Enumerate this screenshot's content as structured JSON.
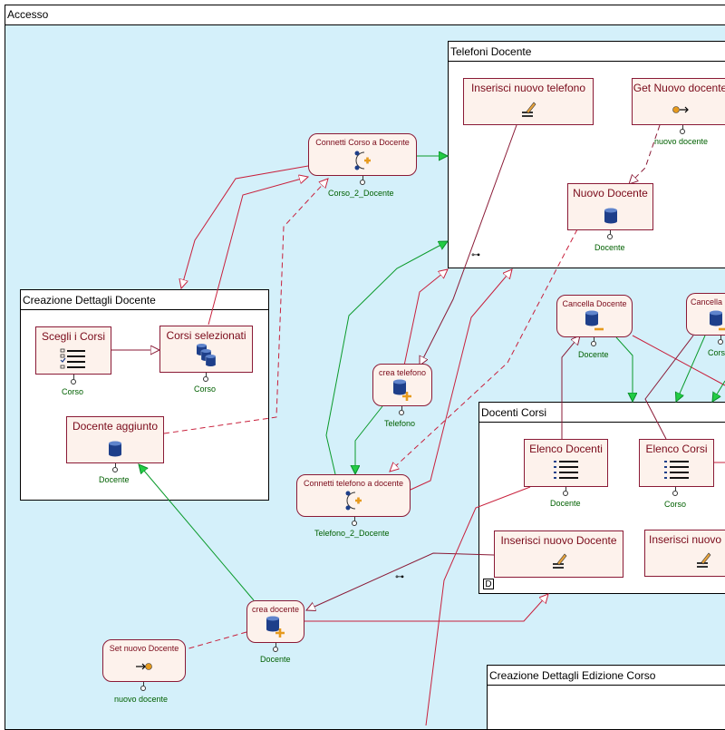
{
  "areas": {
    "accesso": "Accesso",
    "telefoni_docente": "Telefoni Docente",
    "creazione_dettagli_docente": "Creazione Dettagli Docente",
    "docenti_corsi": "Docenti Corsi",
    "creazione_dettagli_edizione_corso": "Creazione Dettagli Edizione Corso"
  },
  "units": {
    "inserisci_nuovo_telefono": "Inserisci nuovo  telefono",
    "get_nuovo_docente": "Get Nuovo docente",
    "nuovo_docente": "Nuovo Docente",
    "connetti_corso_a_docente": "Connetti Corso a Docente",
    "scegli_i_corsi": "Scegli i Corsi",
    "corsi_selezionati": "Corsi selezionati",
    "docente_aggiunto": "Docente aggiunto",
    "crea_telefono": "crea telefono",
    "connetti_telefono_a_docente": "Connetti telefono a docente",
    "cancella_docente": "Cancella Docente",
    "cancella_2": "Cancella",
    "elenco_docenti": "Elenco Docenti",
    "elenco_corsi": "Elenco Corsi",
    "inserisci_nuovo_docente": "Inserisci nuovo Docente",
    "inserisci_nuovo_2": "Inserisci nuovo",
    "crea_docente": "crea docente",
    "set_nuovo_docente": "Set nuovo Docente"
  },
  "params": {
    "nuovo_docente_get": "nuovo docente",
    "docente_nuovo": "Docente",
    "corso_2_docente": "Corso_2_Docente",
    "corso_scegli": "Corso",
    "corso_selezionati": "Corso",
    "docente_aggiunto": "Docente",
    "telefono": "Telefono",
    "telefono_2_docente": "Telefono_2_Docente",
    "docente_cancella": "Docente",
    "corso_cancella": "Corso",
    "docente_elenco": "Docente",
    "corso_elenco": "Corso",
    "docente_crea": "Docente",
    "nuovo_docente_set": "nuovo docente"
  },
  "badges": {
    "default_page": "D"
  },
  "colors": {
    "area_bg": "#d4f0fa",
    "unit_bg": "#fdf2ec",
    "unit_border": "#8a1a36",
    "link_red": "#c8203c",
    "link_green": "#0a9a2a",
    "param_text": "#006000"
  }
}
